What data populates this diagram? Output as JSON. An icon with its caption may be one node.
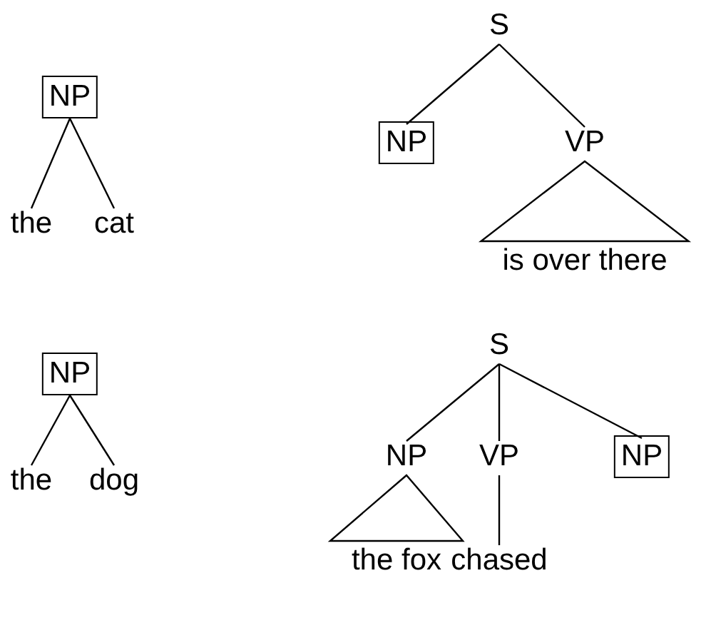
{
  "diagram": {
    "nodes": [
      {
        "text": [
          "NP"
        ]
      },
      {
        "text": [
          "the"
        ]
      },
      {
        "text": [
          "cat"
        ]
      },
      {
        "text": [
          "S"
        ]
      },
      {
        "text": [
          "NP"
        ]
      },
      {
        "text": [
          "VP"
        ]
      },
      {
        "text": [
          "is over there"
        ]
      },
      {
        "text": [
          "NP"
        ]
      },
      {
        "text": [
          "the"
        ]
      },
      {
        "text": [
          "dog"
        ]
      },
      {
        "text": [
          "S"
        ]
      },
      {
        "text": [
          "NP"
        ]
      },
      {
        "text": [
          "VP"
        ]
      },
      {
        "text": [
          "NP"
        ]
      },
      {
        "text": [
          "the fox"
        ]
      },
      {
        "text": [
          "chased"
        ]
      }
    ],
    "edges": [
      {
        "from": 0,
        "to": 1,
        "arrow": "none"
      },
      {
        "from": 0,
        "to": 2,
        "arrow": "none"
      },
      {
        "from": 3,
        "to": 4,
        "arrow": "none"
      },
      {
        "from": 3,
        "to": 5,
        "arrow": "none"
      },
      {
        "from": 5,
        "to": 6,
        "arrow": "none"
      },
      {
        "from": 7,
        "to": 8,
        "arrow": "none"
      },
      {
        "from": 7,
        "to": 9,
        "arrow": "none"
      },
      {
        "from": 10,
        "to": 11,
        "arrow": "none"
      },
      {
        "from": 10,
        "to": 12,
        "arrow": "none"
      },
      {
        "from": 10,
        "to": 13,
        "arrow": "none"
      },
      {
        "from": 11,
        "to": 14,
        "arrow": "none"
      },
      {
        "from": 12,
        "to": 15,
        "arrow": "none"
      }
    ]
  }
}
